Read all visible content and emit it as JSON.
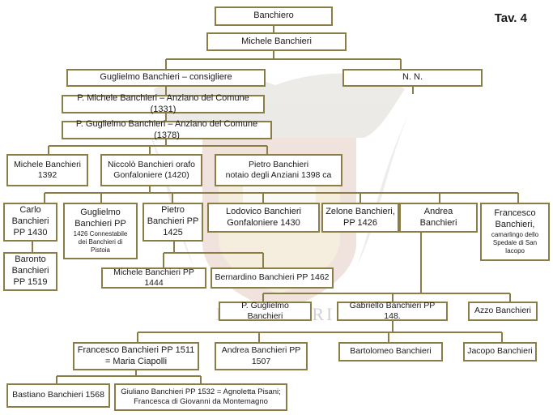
{
  "title": "Tav. 4",
  "crest_text": "BANCHIERI",
  "nodes": {
    "banchiero": {
      "l1": "Banchiero"
    },
    "michele": {
      "l1": "Michele Banchieri"
    },
    "guglielmo": {
      "l1": "Guglielmo Banchieri – consigliere"
    },
    "nn": {
      "l1": "N. N."
    },
    "pmichele": {
      "l1": "P. Michele Banchieri – Anziano del Comune (1331)"
    },
    "pguglielmo": {
      "l1": "P. Guglielmo Banchieri – Anziano del Comune (1378)"
    },
    "michele1392": {
      "l1": "Michele Banchieri",
      "l2": "1392"
    },
    "niccolo": {
      "l1": "Niccolò Banchieri orafo",
      "l2": "Gonfaloniere (1420)"
    },
    "pietro1398": {
      "l1": "Pietro Banchieri",
      "l2": "notaio degli Anziani 1398 ca"
    },
    "carlo": {
      "l1": "Carlo",
      "l2": "Banchieri",
      "l3": "PP 1430"
    },
    "guglielmopp": {
      "l1": "Guglielmo",
      "l2": "Banchieri PP",
      "l3": "1426 Connestabile",
      "l4": "dei Banchieri di",
      "l5": "Pistoia"
    },
    "pietropp": {
      "l1": "Pietro",
      "l2": "Banchieri PP",
      "l3": "1425"
    },
    "lodovico": {
      "l1": "Lodovico Banchieri",
      "l2": "Gonfaloniere 1430"
    },
    "zelone": {
      "l1": "Zelone Banchieri,",
      "l2": "PP 1426"
    },
    "andrea": {
      "l1": "Andrea",
      "l2": "Banchieri"
    },
    "francescocam": {
      "l1": "Francesco",
      "l2": "Banchieri,",
      "l3": "camarlingo dello",
      "l4": "Spedale di San",
      "l5": "Iacopo"
    },
    "baronto": {
      "l1": "Baronto",
      "l2": "Banchieri",
      "l3": "PP 1519"
    },
    "michele1444": {
      "l1": "Michele Banchieri PP 1444"
    },
    "bernardino": {
      "l1": "Bernardino Banchieri PP 1462"
    },
    "pguglielmo2": {
      "l1": "P. Guglielmo Banchieri"
    },
    "gabriello": {
      "l1": "Gabriello Banchieri PP 148."
    },
    "azzo": {
      "l1": "Azzo Banchieri"
    },
    "francesco1511": {
      "l1": "Francesco Banchieri  PP 1511",
      "l2": "= Maria Ciapolli"
    },
    "andrea1507": {
      "l1": "Andrea Banchieri PP",
      "l2": "1507"
    },
    "bartolomeo": {
      "l1": "Bartolomeo Banchieri"
    },
    "jacopo": {
      "l1": "Jacopo Banchieri"
    },
    "bastiano": {
      "l1": "Bastiano Banchieri 1568"
    },
    "giuliano": {
      "l1": "Giuliano Banchieri PP 1532 = Agnoletta Pisani;",
      "l2": "Francesca di Giovanni da Montemagno"
    }
  },
  "colors": {
    "border": "#8a7d45",
    "line": "#8a7d45",
    "text": "#1a1a1a"
  }
}
